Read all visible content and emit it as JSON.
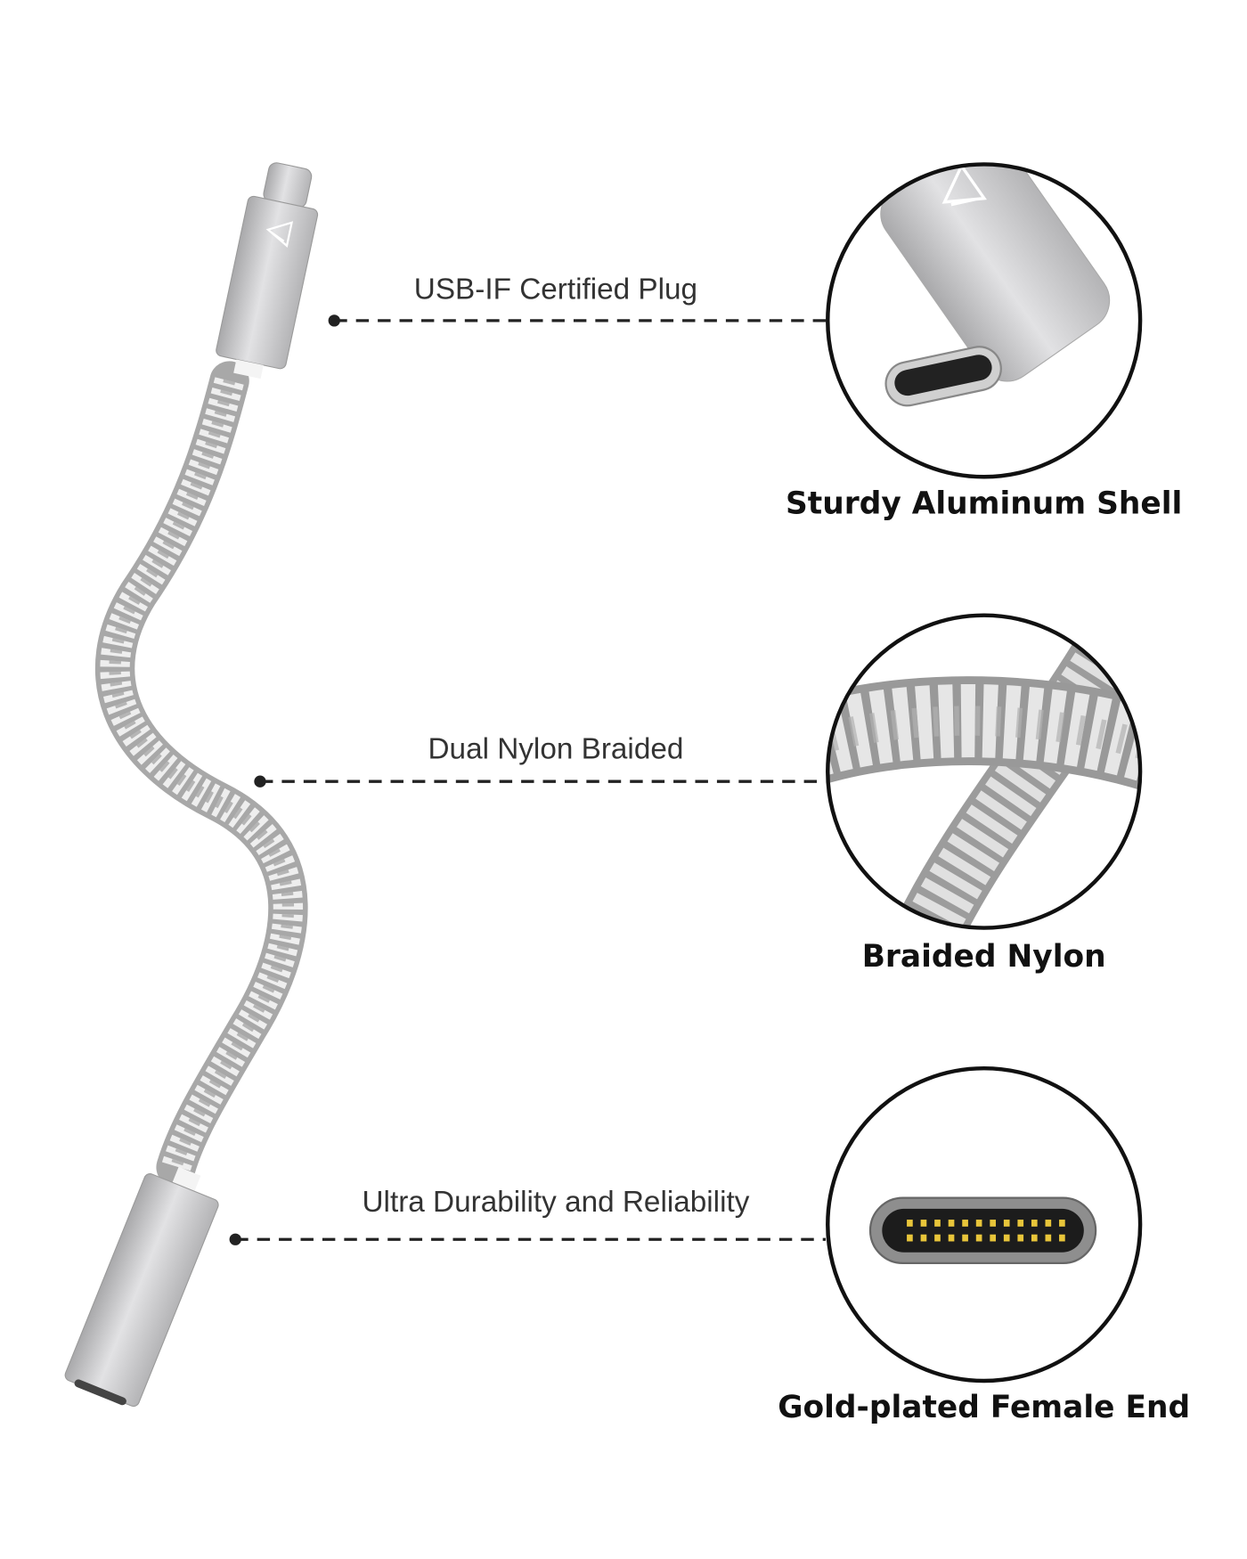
{
  "features": [
    {
      "line_label": "USB-IF Certified Plug",
      "caption": "Sturdy Aluminum Shell"
    },
    {
      "line_label": "Dual Nylon Braided",
      "caption": "Braided Nylon"
    },
    {
      "line_label": "Ultra Durability and Reliability",
      "caption": "Gold-plated Female End"
    }
  ],
  "colors": {
    "aluminum": "#c9c9cb",
    "braid": "#bdbdbd",
    "pins": "#e8c53a",
    "line": "#222222"
  }
}
